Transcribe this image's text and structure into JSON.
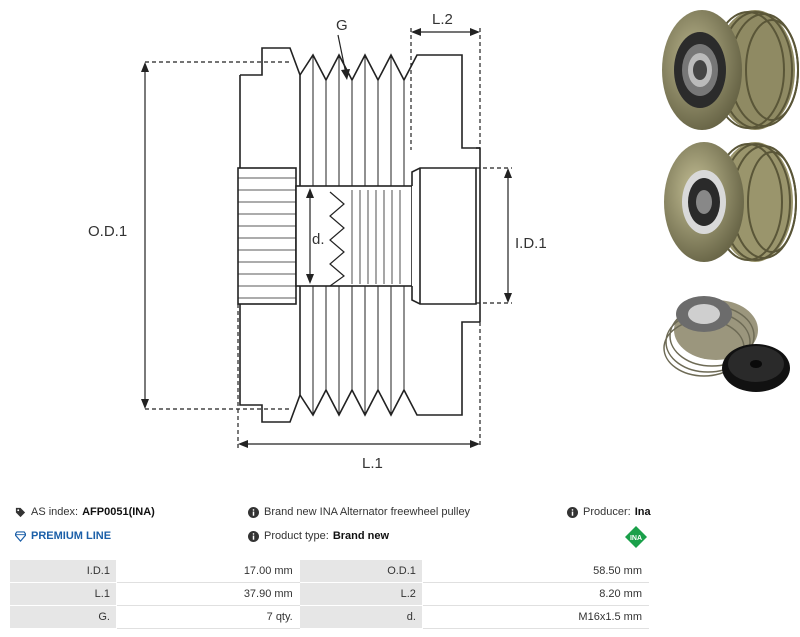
{
  "drawing": {
    "labels": {
      "groove": "G",
      "l2": "L.2",
      "od1": "O.D.1",
      "d": "d.",
      "id1": "I.D.1",
      "l1": "L.1"
    }
  },
  "info": {
    "as_index_label": "AS index:",
    "as_index_value": "AFP0051(INA)",
    "premium_line": "PREMIUM LINE",
    "description": "Brand new INA Alternator freewheel pulley",
    "product_type_label": "Product type:",
    "product_type_value": "Brand new",
    "producer_label": "Producer:",
    "producer_value": "Ina",
    "brand_logo_text": "INA"
  },
  "specs": [
    {
      "k1": "I.D.1",
      "v1": "17.00 mm",
      "k2": "O.D.1",
      "v2": "58.50 mm"
    },
    {
      "k1": "L.1",
      "v1": "37.90 mm",
      "k2": "L.2",
      "v2": "8.20 mm"
    },
    {
      "k1": "G.",
      "v1": "7 qty.",
      "k2": "d.",
      "v2": "M16x1.5 mm"
    }
  ],
  "colors": {
    "premium": "#1b5fa8",
    "ina_logo": "#1aa04a",
    "table_key_bg": "#e6e6e6"
  }
}
